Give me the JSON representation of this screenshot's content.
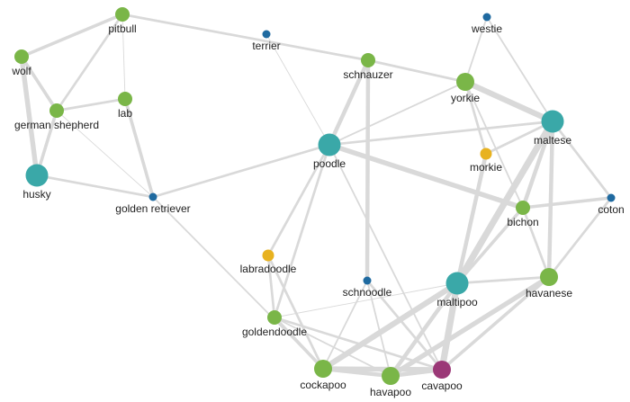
{
  "colors": {
    "green": "#7ab648",
    "teal": "#3aa8a8",
    "yellow": "#e8b21f",
    "navy": "#1f6aa0",
    "purple": "#9b3877",
    "edge": "#d9d9d9"
  },
  "nodes": [
    {
      "id": "pitbull",
      "label": "pitbull",
      "color": "green",
      "size": "medium"
    },
    {
      "id": "terrier",
      "label": "terrier",
      "color": "navy",
      "size": "small"
    },
    {
      "id": "westie",
      "label": "westie",
      "color": "navy",
      "size": "small"
    },
    {
      "id": "wolf",
      "label": "wolf",
      "color": "green",
      "size": "medium"
    },
    {
      "id": "schnauzer",
      "label": "schnauzer",
      "color": "green",
      "size": "medium"
    },
    {
      "id": "yorkie",
      "label": "yorkie",
      "color": "green",
      "size": "large"
    },
    {
      "id": "lab",
      "label": "lab",
      "color": "green",
      "size": "medium"
    },
    {
      "id": "german-shepherd",
      "label": "german shepherd",
      "color": "green",
      "size": "medium"
    },
    {
      "id": "maltese",
      "label": "maltese",
      "color": "teal",
      "size": "xlarge"
    },
    {
      "id": "poodle",
      "label": "poodle",
      "color": "teal",
      "size": "xlarge"
    },
    {
      "id": "morkie",
      "label": "morkie",
      "color": "yellow",
      "size": "small-medium"
    },
    {
      "id": "husky",
      "label": "husky",
      "color": "teal",
      "size": "xlarge"
    },
    {
      "id": "golden-retriever",
      "label": "golden retriever",
      "color": "navy",
      "size": "small"
    },
    {
      "id": "bichon",
      "label": "bichon",
      "color": "green",
      "size": "medium"
    },
    {
      "id": "coton",
      "label": "coton",
      "color": "navy",
      "size": "small"
    },
    {
      "id": "labradoodle",
      "label": "labradoodle",
      "color": "yellow",
      "size": "small-medium"
    },
    {
      "id": "schnoodle",
      "label": "schnoodle",
      "color": "navy",
      "size": "small"
    },
    {
      "id": "maltipoo",
      "label": "maltipoo",
      "color": "teal",
      "size": "xlarge"
    },
    {
      "id": "havanese",
      "label": "havanese",
      "color": "green",
      "size": "large"
    },
    {
      "id": "goldendoodle",
      "label": "goldendoodle",
      "color": "green",
      "size": "medium"
    },
    {
      "id": "cockapoo",
      "label": "cockapoo",
      "color": "green",
      "size": "large"
    },
    {
      "id": "havapoo",
      "label": "havapoo",
      "color": "green",
      "size": "large"
    },
    {
      "id": "cavapoo",
      "label": "cavapoo",
      "color": "purple",
      "size": "large"
    }
  ],
  "edges": [
    {
      "source": "pitbull",
      "target": "schnauzer",
      "weight": 3
    },
    {
      "source": "pitbull",
      "target": "wolf",
      "weight": 4
    },
    {
      "source": "pitbull",
      "target": "german-shepherd",
      "weight": 3
    },
    {
      "source": "pitbull",
      "target": "lab",
      "weight": 1
    },
    {
      "source": "wolf",
      "target": "german-shepherd",
      "weight": 4
    },
    {
      "source": "wolf",
      "target": "husky",
      "weight": 6
    },
    {
      "source": "german-shepherd",
      "target": "lab",
      "weight": 3
    },
    {
      "source": "german-shepherd",
      "target": "husky",
      "weight": 4
    },
    {
      "source": "german-shepherd",
      "target": "golden-retriever",
      "weight": 1
    },
    {
      "source": "lab",
      "target": "golden-retriever",
      "weight": 4
    },
    {
      "source": "husky",
      "target": "golden-retriever",
      "weight": 3
    },
    {
      "source": "golden-retriever",
      "target": "poodle",
      "weight": 3
    },
    {
      "source": "golden-retriever",
      "target": "cockapoo",
      "weight": 2
    },
    {
      "source": "terrier",
      "target": "poodle",
      "weight": 1
    },
    {
      "source": "schnauzer",
      "target": "poodle",
      "weight": 5
    },
    {
      "source": "schnauzer",
      "target": "yorkie",
      "weight": 3
    },
    {
      "source": "schnauzer",
      "target": "schnoodle",
      "weight": 5
    },
    {
      "source": "westie",
      "target": "yorkie",
      "weight": 2
    },
    {
      "source": "westie",
      "target": "maltese",
      "weight": 2
    },
    {
      "source": "yorkie",
      "target": "maltese",
      "weight": 7
    },
    {
      "source": "yorkie",
      "target": "poodle",
      "weight": 2
    },
    {
      "source": "yorkie",
      "target": "morkie",
      "weight": 3
    },
    {
      "source": "yorkie",
      "target": "bichon",
      "weight": 2
    },
    {
      "source": "poodle",
      "target": "maltese",
      "weight": 3
    },
    {
      "source": "poodle",
      "target": "bichon",
      "weight": 6
    },
    {
      "source": "poodle",
      "target": "labradoodle",
      "weight": 3
    },
    {
      "source": "poodle",
      "target": "goldendoodle",
      "weight": 3
    },
    {
      "source": "poodle",
      "target": "cavapoo",
      "weight": 2
    },
    {
      "source": "maltese",
      "target": "morkie",
      "weight": 3
    },
    {
      "source": "maltese",
      "target": "bichon",
      "weight": 5
    },
    {
      "source": "maltese",
      "target": "coton",
      "weight": 3
    },
    {
      "source": "maltese",
      "target": "havanese",
      "weight": 5
    },
    {
      "source": "maltese",
      "target": "maltipoo",
      "weight": 8
    },
    {
      "source": "morkie",
      "target": "maltipoo",
      "weight": 5
    },
    {
      "source": "bichon",
      "target": "coton",
      "weight": 4
    },
    {
      "source": "bichon",
      "target": "havanese",
      "weight": 3
    },
    {
      "source": "bichon",
      "target": "maltipoo",
      "weight": 4
    },
    {
      "source": "coton",
      "target": "havanese",
      "weight": 3
    },
    {
      "source": "havanese",
      "target": "maltipoo",
      "weight": 3
    },
    {
      "source": "havanese",
      "target": "havapoo",
      "weight": 6
    },
    {
      "source": "havanese",
      "target": "cavapoo",
      "weight": 4
    },
    {
      "source": "labradoodle",
      "target": "goldendoodle",
      "weight": 3
    },
    {
      "source": "labradoodle",
      "target": "cockapoo",
      "weight": 3
    },
    {
      "source": "schnoodle",
      "target": "cockapoo",
      "weight": 2
    },
    {
      "source": "schnoodle",
      "target": "havapoo",
      "weight": 2
    },
    {
      "source": "schnoodle",
      "target": "cavapoo",
      "weight": 3
    },
    {
      "source": "maltipoo",
      "target": "goldendoodle",
      "weight": 1
    },
    {
      "source": "maltipoo",
      "target": "cockapoo",
      "weight": 7
    },
    {
      "source": "maltipoo",
      "target": "havapoo",
      "weight": 5
    },
    {
      "source": "maltipoo",
      "target": "cavapoo",
      "weight": 8
    },
    {
      "source": "goldendoodle",
      "target": "cockapoo",
      "weight": 4
    },
    {
      "source": "goldendoodle",
      "target": "cavapoo",
      "weight": 3
    },
    {
      "source": "goldendoodle",
      "target": "havapoo",
      "weight": 2
    },
    {
      "source": "cockapoo",
      "target": "havapoo",
      "weight": 5
    },
    {
      "source": "cockapoo",
      "target": "cavapoo",
      "weight": 6
    },
    {
      "source": "havapoo",
      "target": "cavapoo",
      "weight": 5
    }
  ]
}
